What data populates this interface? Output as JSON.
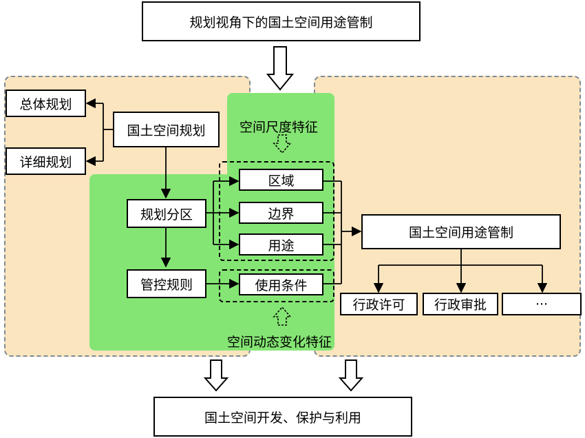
{
  "top_title": "规划视角下的国土空间用途管制",
  "bottom_title": "国土空间开发、保护与利用",
  "left": {
    "master_plan": "总体规划",
    "detailed_plan": "详细规划",
    "spatial_plan": "国土空间规划",
    "zoning": "规划分区",
    "control_rules": "管控规则"
  },
  "center": {
    "scale_feature": "空间尺度特征",
    "dynamic_feature": "空间动态变化特征",
    "region": "区域",
    "boundary": "边界",
    "use": "用途",
    "use_conditions": "使用条件"
  },
  "right": {
    "use_control": "国土空间用途管制",
    "admin_permit": "行政许可",
    "admin_approval": "行政审批",
    "more": "···"
  },
  "colors": {
    "panel_fill": "#fbe5bf",
    "panel_border": "#7d8a96",
    "green": "#85e574"
  }
}
